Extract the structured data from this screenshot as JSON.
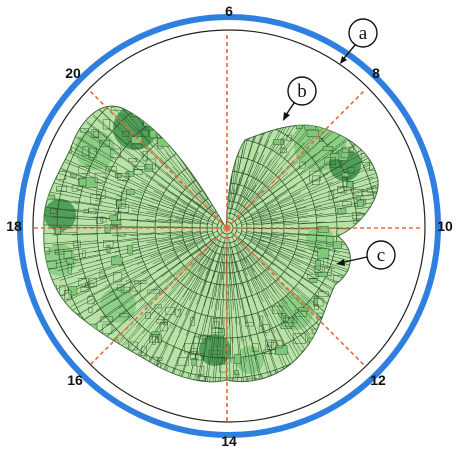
{
  "clock_labels": {
    "h6": "6",
    "h8": "8",
    "h10": "10",
    "h12": "12",
    "h14": "14",
    "h16": "16",
    "h18": "18",
    "h20": "20"
  },
  "callouts": {
    "a": "a",
    "b": "b",
    "c": "c"
  },
  "colors": {
    "outer_ring": "#2f7fe0",
    "inner_ring": "#222222",
    "spoke": "#e8683a",
    "fill_light": "#b8e2a6",
    "fill_mid": "#7fc878",
    "fill_dark": "#2e8b3c",
    "cell_line": "#2a4d2a"
  }
}
